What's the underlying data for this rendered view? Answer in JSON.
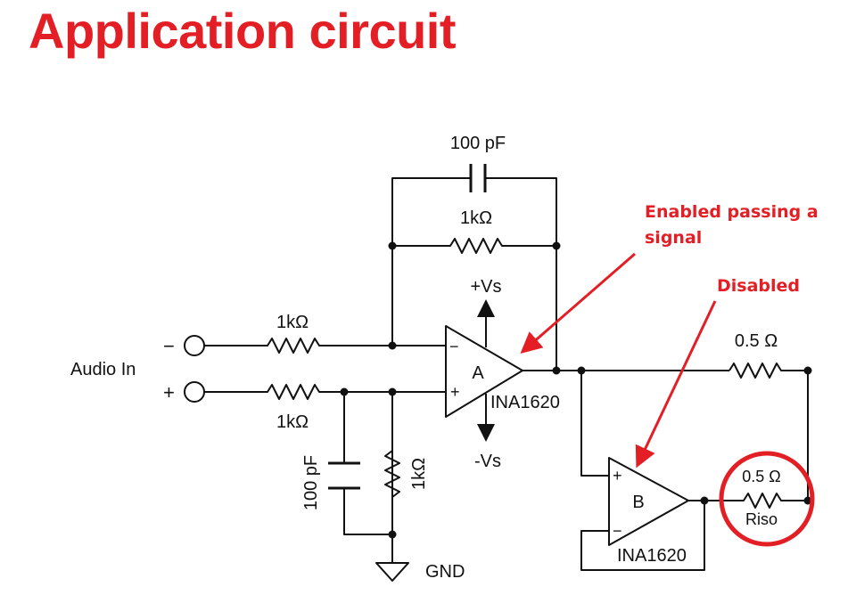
{
  "title": "Application circuit",
  "labels": {
    "cap_feedback": "100 pF",
    "res_feedback": "1kΩ",
    "vs_pos": "+Vs",
    "vs_neg": "-Vs",
    "res_in_neg": "1kΩ",
    "res_in_pos": "1kΩ",
    "audio_in": "Audio In",
    "minus_terminal": "−",
    "plus_terminal": "+",
    "cap_ground": "100 pF",
    "res_ground": "1kΩ",
    "gnd": "GND",
    "opamp_a_name": "A",
    "opamp_a_part": "INA1620",
    "opamp_a_minus": "−",
    "opamp_a_plus": "+",
    "opamp_b_name": "B",
    "opamp_b_part": "INA1620",
    "opamp_b_plus": "+",
    "opamp_b_minus": "−",
    "res_out_top": "0.5 Ω",
    "res_out_bottom": "0.5 Ω",
    "riso": "Riso"
  },
  "annotations": {
    "enabled_line1": "Enabled passing a",
    "enabled_line2": "signal",
    "disabled": "Disabled"
  },
  "colors": {
    "accent": "#e31e24",
    "wire": "#111111"
  }
}
